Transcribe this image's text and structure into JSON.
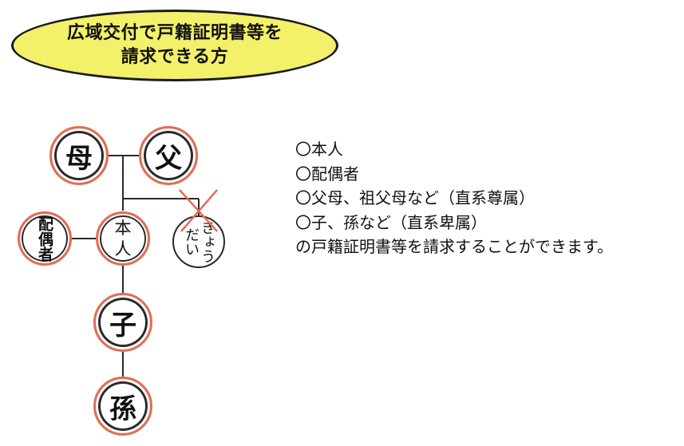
{
  "banner": {
    "line1": "広域交付で戸籍証明書等を",
    "line2": "請求できる方"
  },
  "nodes": {
    "mother": "母",
    "father": "父",
    "spouse": "配偶者",
    "self": [
      "本",
      "人"
    ],
    "sibling": [
      "きょう",
      "だい"
    ],
    "child": "子",
    "grandchild": "孫"
  },
  "colors": {
    "banner_fill": "#f3f06a",
    "eligible_ring": "#e26d55",
    "cross_mark": "#e26d55"
  },
  "list": {
    "item1": "〇本人",
    "item2": "〇配偶者",
    "item3": "〇父母、祖父母など（直系尊属）",
    "item4": "〇子、孫など（直系卑属）",
    "conclusion": "の戸籍証明書等を請求することができます。"
  }
}
